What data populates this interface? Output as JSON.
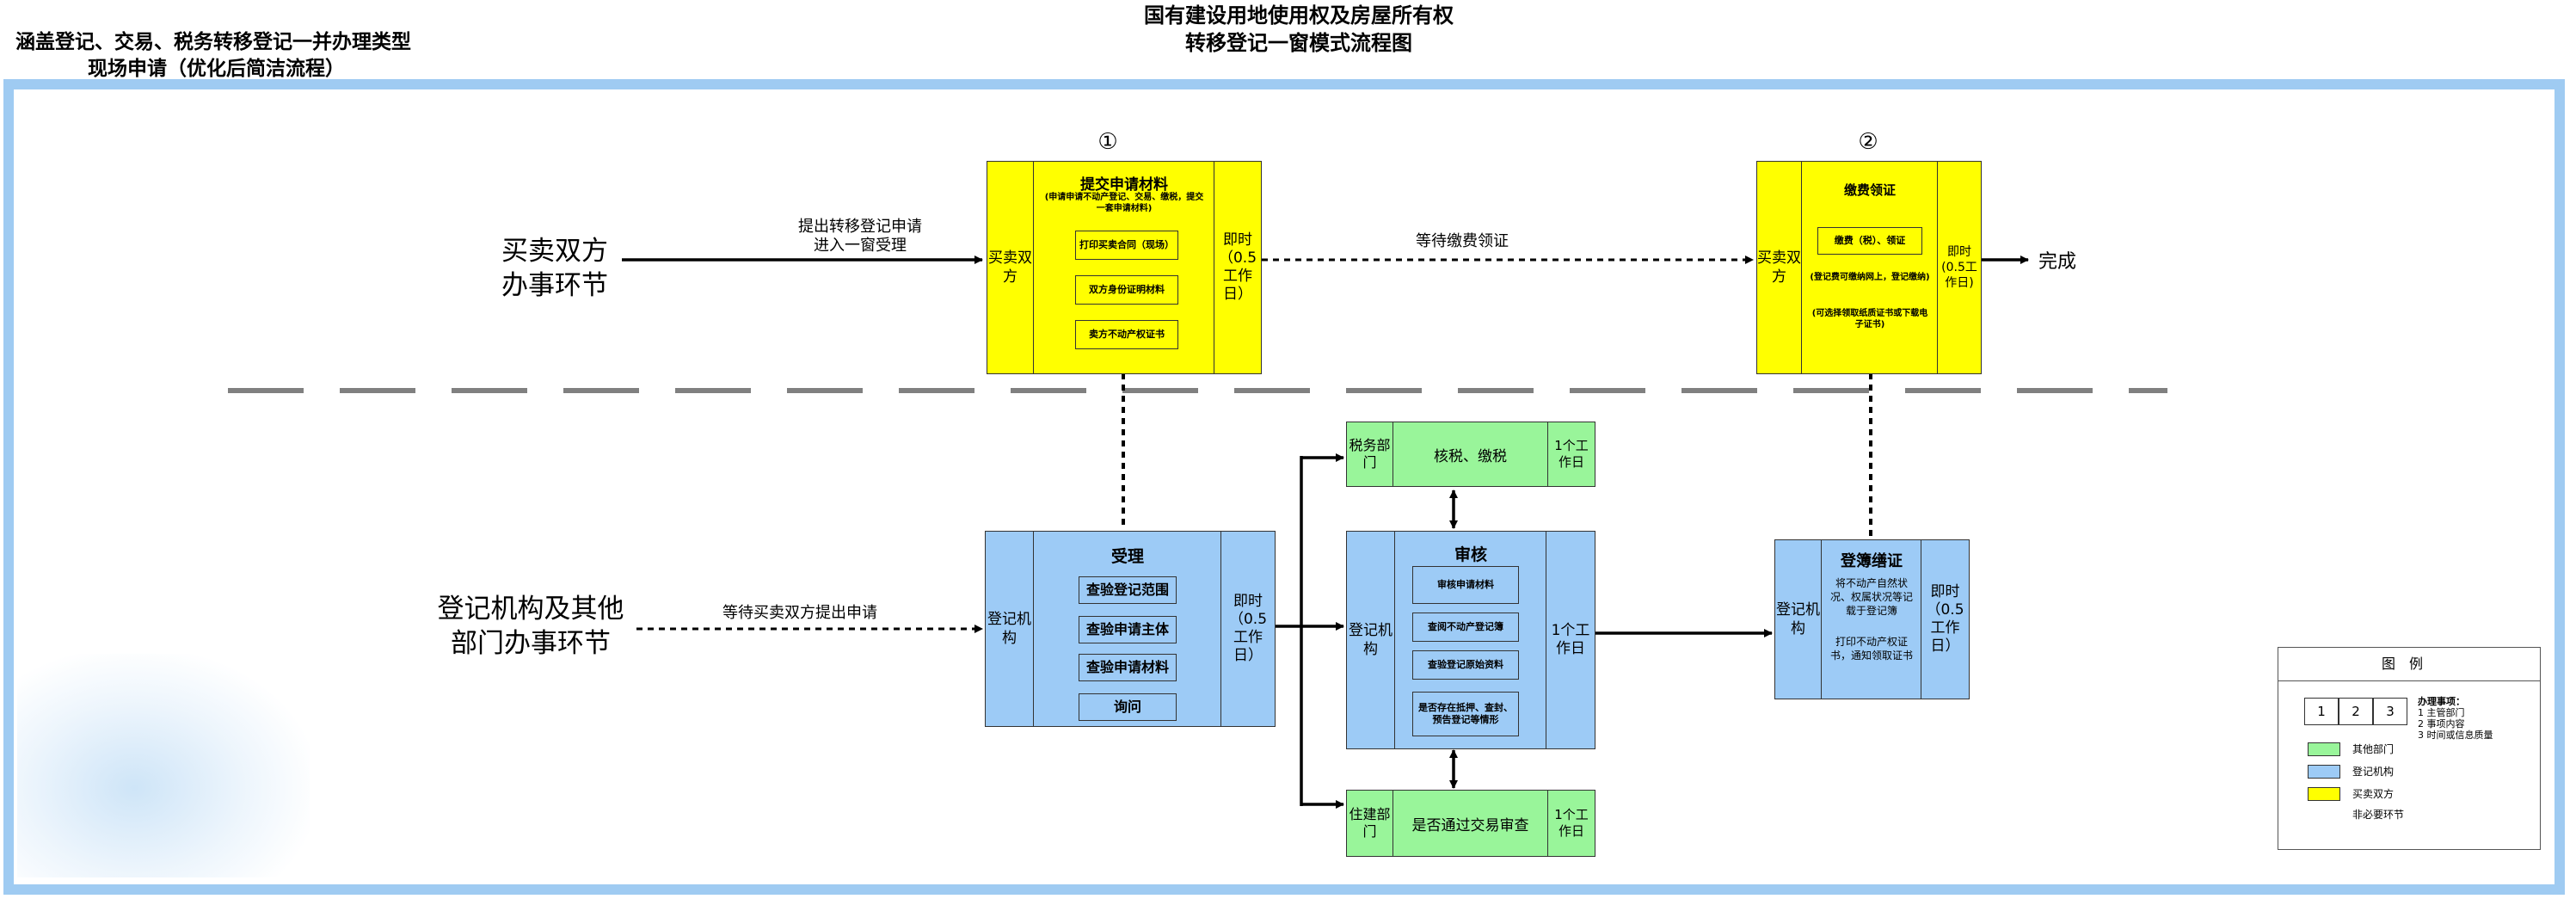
{
  "title": {
    "main_line1": "国有建设用地使用权及房屋所有权",
    "main_line2": "转移登记一窗模式流程图",
    "left_line1": "涵盖登记、交易、税务转移登记一并办理类型",
    "left_line2": "现场申请（优化后简洁流程）"
  },
  "rows": {
    "parties_line1": "买卖双方",
    "parties_line2": "办事环节",
    "agency_line1": "登记机构及其他",
    "agency_line2": "部门办事环节"
  },
  "edges": {
    "submit_line1": "提出转移登记申请",
    "submit_line2": "进入一窗受理",
    "wait_fee": "等待缴费领证",
    "wait_apply": "等待买卖双方提出申请",
    "done": "完成"
  },
  "steps": {
    "step1_mark": "①",
    "step2_mark": "②"
  },
  "nodes": {
    "submit": {
      "dept": "买卖双方",
      "title": "提交申请材料",
      "note": "(申请申请不动产登记、交易、缴税，提交一套申请材料)",
      "items": [
        "打印买卖合同（现场）",
        "双方身份证明材料",
        "卖方不动产权证书"
      ],
      "time": "即时（0.5工作日）"
    },
    "fee": {
      "dept": "买卖双方",
      "title": "缴费领证",
      "item": "缴费（税）、领证",
      "note1": "(登记费可缴纳网上，登记缴纳)",
      "note2": "(可选择领取纸质证书或下载电子证书)",
      "time": "即时(0.5工作日)"
    },
    "accept": {
      "dept": "登记机构",
      "title": "受理",
      "items": [
        "查验登记范围",
        "查验申请主体",
        "查验申请材料",
        "询问"
      ],
      "time": "即时（0.5工作日）"
    },
    "review": {
      "dept": "登记机构",
      "title": "审核",
      "items": [
        "审核申请材料",
        "查阅不动产登记簿",
        "查验登记原始资料",
        "是否存在抵押、查封、预告登记等情形"
      ],
      "time": "1个工作日"
    },
    "tax": {
      "dept": "税务部门",
      "content": "核税、缴税",
      "time": "1个工作日"
    },
    "housing": {
      "dept": "住建部门",
      "content": "是否通过交易审查",
      "time": "1个工作日"
    },
    "register": {
      "dept": "登记机构",
      "title": "登簿缮证",
      "note1": "将不动产自然状况、权属状况等记载于登记簿",
      "note2": "打印不动产权证书，通知领取证书",
      "time": "即时（0.5工作日）"
    }
  },
  "legend": {
    "title": "图例",
    "num1": "1",
    "num2": "2",
    "num3": "3",
    "items_title": "办理事项：",
    "item1": "1 主管部门",
    "item2": "2 事项内容",
    "item3": "3 时间或信息质量",
    "green": "其他部门",
    "blue": "登记机构",
    "yellow": "买卖双方",
    "dashed": "非必要环节"
  },
  "colors": {
    "yellow": "#ffff00",
    "blue": "#9dcbf6",
    "green": "#99f59a",
    "frame": "#9fcbf2"
  }
}
